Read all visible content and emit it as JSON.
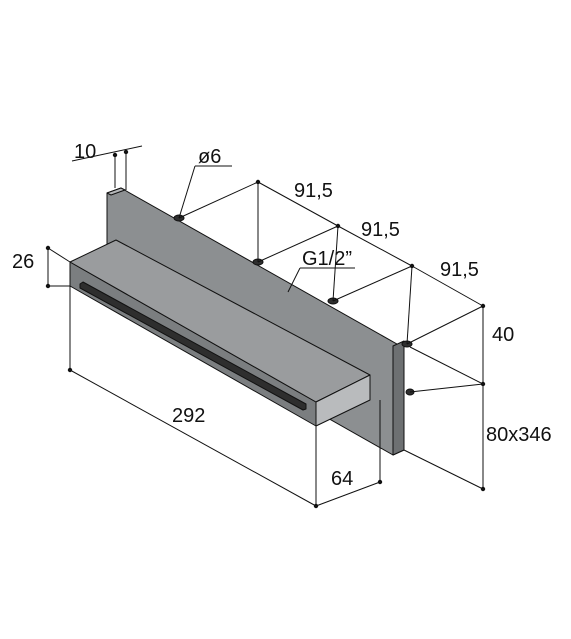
{
  "labels": {
    "thickness": "10",
    "hole_diameter": "ø6",
    "spacing_1": "91,5",
    "spacing_2": "91,5",
    "spacing_3": "91,5",
    "thread": "G1/2”",
    "spout_height": "26",
    "offset": "40",
    "length": "292",
    "depth": "64",
    "plate_size": "80x346"
  },
  "colors": {
    "plate_front": "#8c8f91",
    "plate_side": "#6d7072",
    "plate_edge": "#b4b6b8",
    "spout_top": "#9a9c9e",
    "spout_front": "#7b7e80",
    "spout_side": "#b9bbbd",
    "slot": "#2e2e2e",
    "line": "#111111"
  }
}
